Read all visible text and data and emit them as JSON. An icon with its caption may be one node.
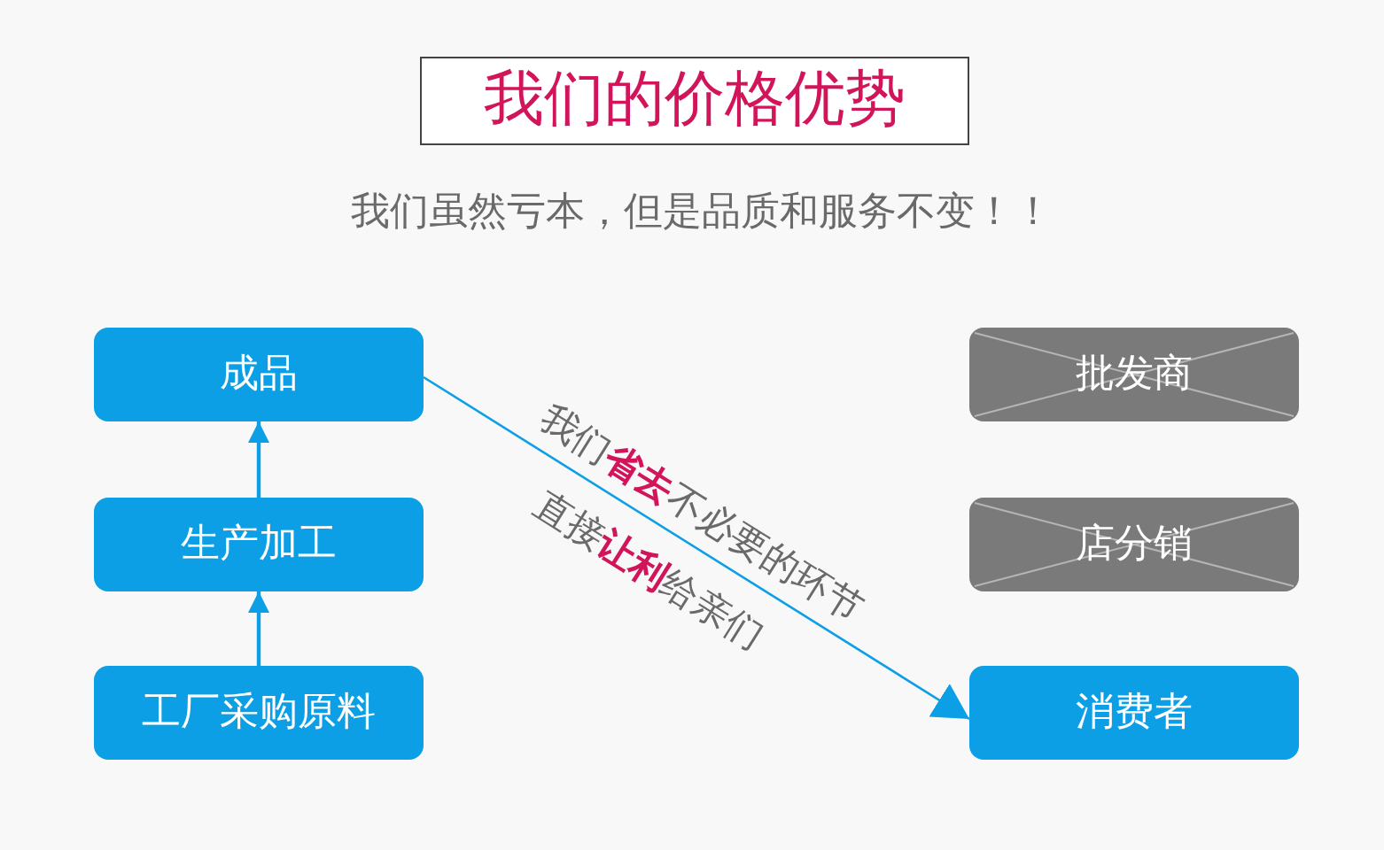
{
  "diagram": {
    "title": "我们的价格优势",
    "nodes": [
      {
        "text": [
          "成品"
        ]
      },
      {
        "text": [
          "批发商"
        ]
      },
      {
        "text": [
          "生产加工"
        ]
      },
      {
        "text": [
          "店分销"
        ]
      },
      {
        "text": [
          "工厂采购原料"
        ]
      },
      {
        "text": [
          "消费者"
        ]
      }
    ],
    "edges": [
      {
        "from": 4,
        "to": 2,
        "arrow": "to"
      },
      {
        "from": 2,
        "to": 0,
        "arrow": "to"
      },
      {
        "from": 0,
        "to": 5,
        "arrow": "to",
        "label": "我们**省去**不必要的环节"
      }
    ],
    "labels": [
      "我们虽然亏本，但是品质和服务不变！！",
      "直接**让利**给亲们"
    ]
  }
}
